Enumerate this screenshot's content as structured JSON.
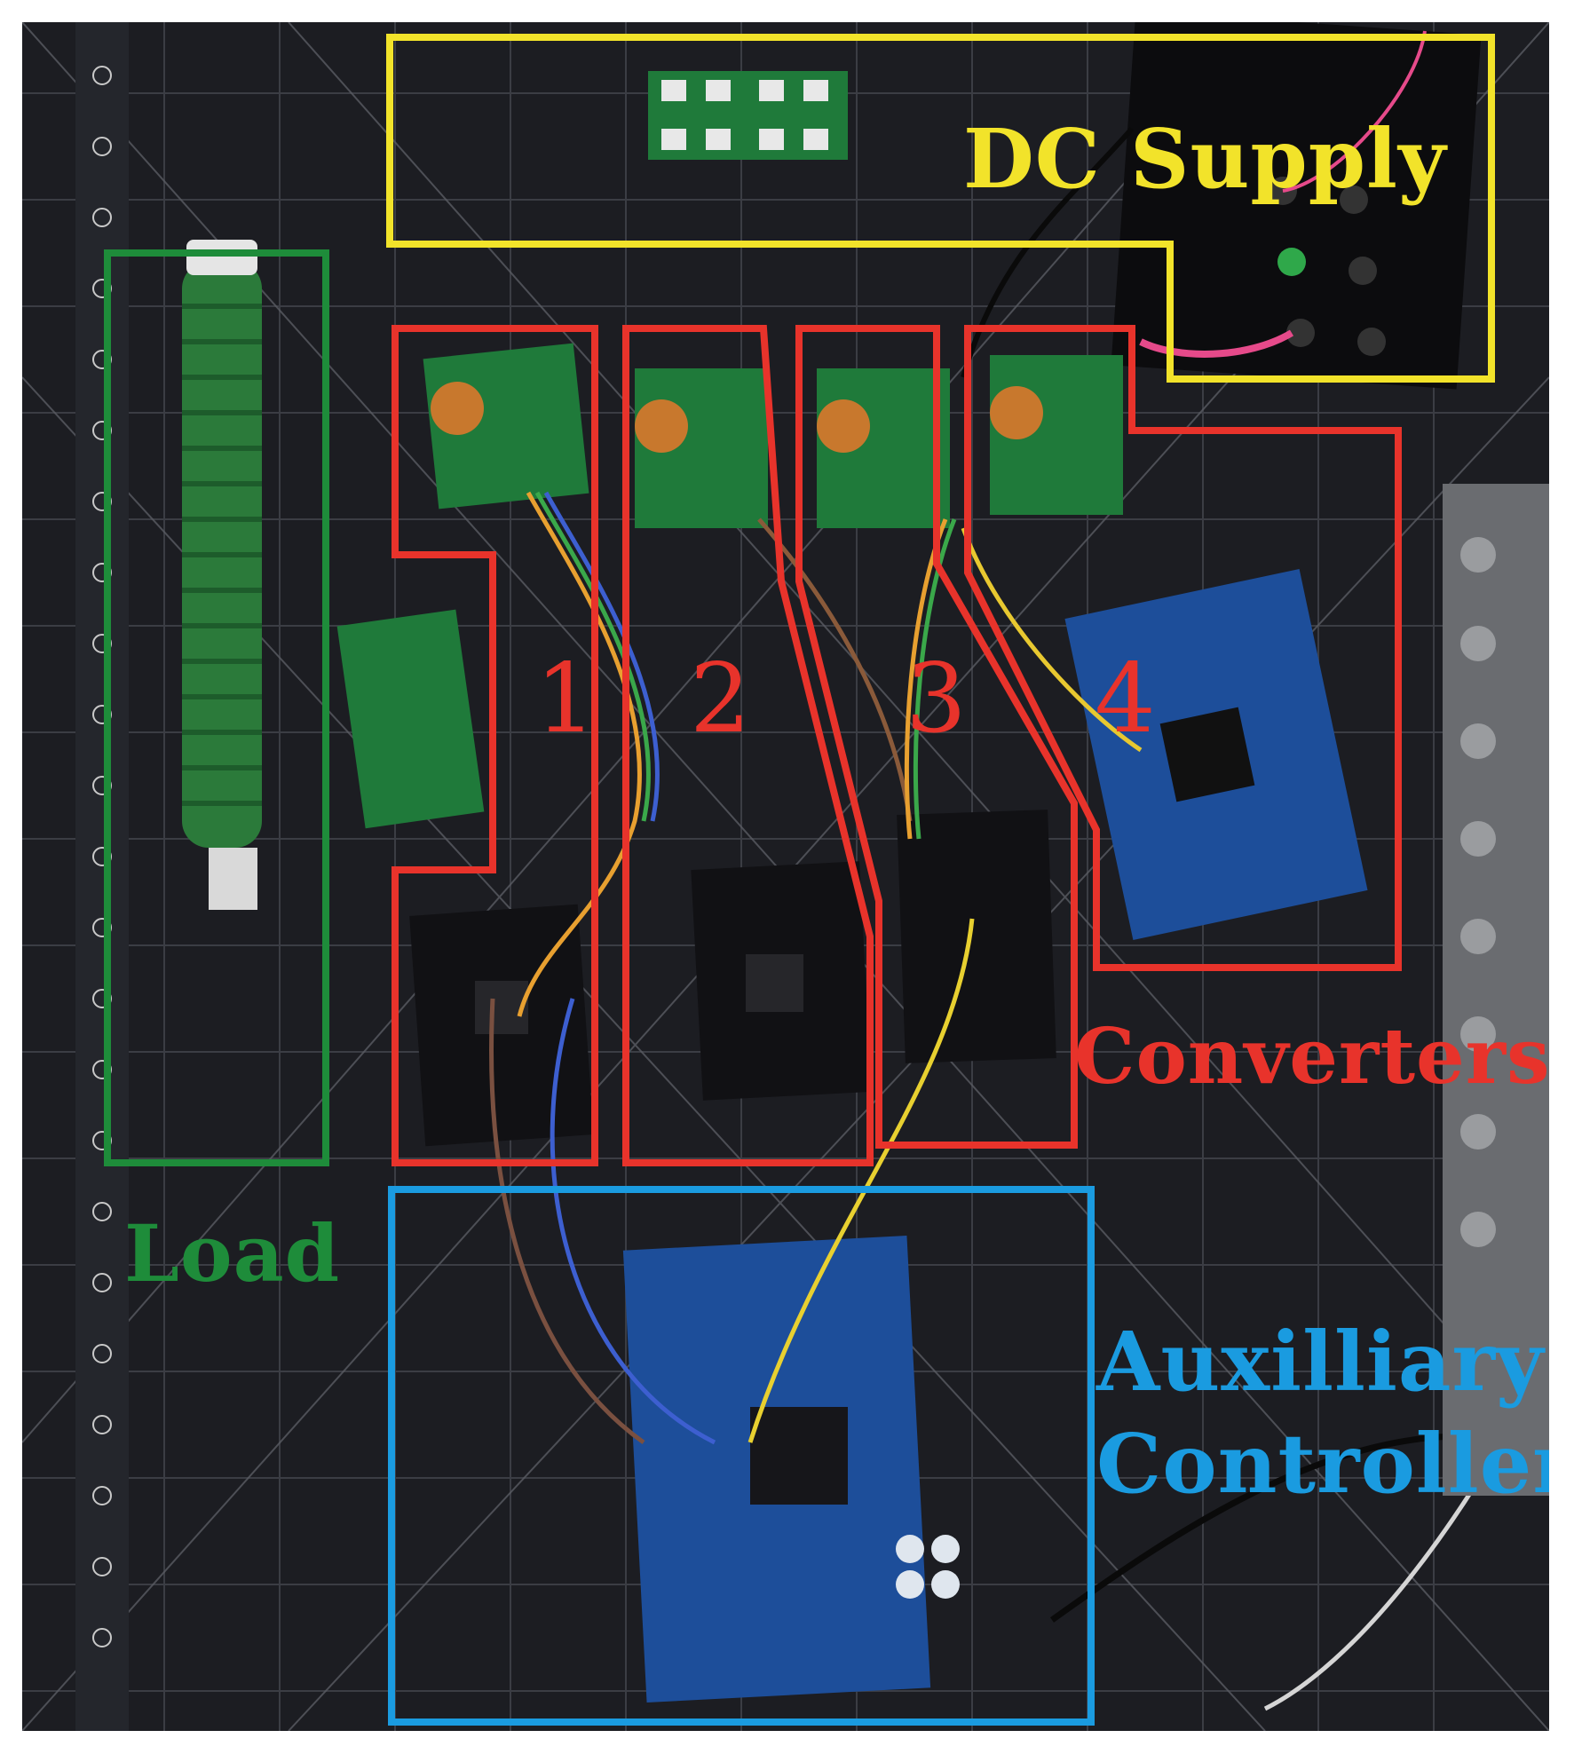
{
  "labels": {
    "dc_supply": "DC Supply",
    "converters": "Converters",
    "load": "Load",
    "aux_line1": "Auxilliary",
    "aux_line2": "Controller",
    "num1": "1",
    "num2": "2",
    "num3": "3",
    "num4": "4"
  },
  "colors": {
    "dc_supply": "#f2e32a",
    "converters": "#e8332b",
    "load": "#1e8c3a",
    "auxiliary": "#1a9be0",
    "mat": "#1c1d22",
    "pcb_green": "#1f7a3a",
    "pcb_blue": "#1d4e9a"
  }
}
